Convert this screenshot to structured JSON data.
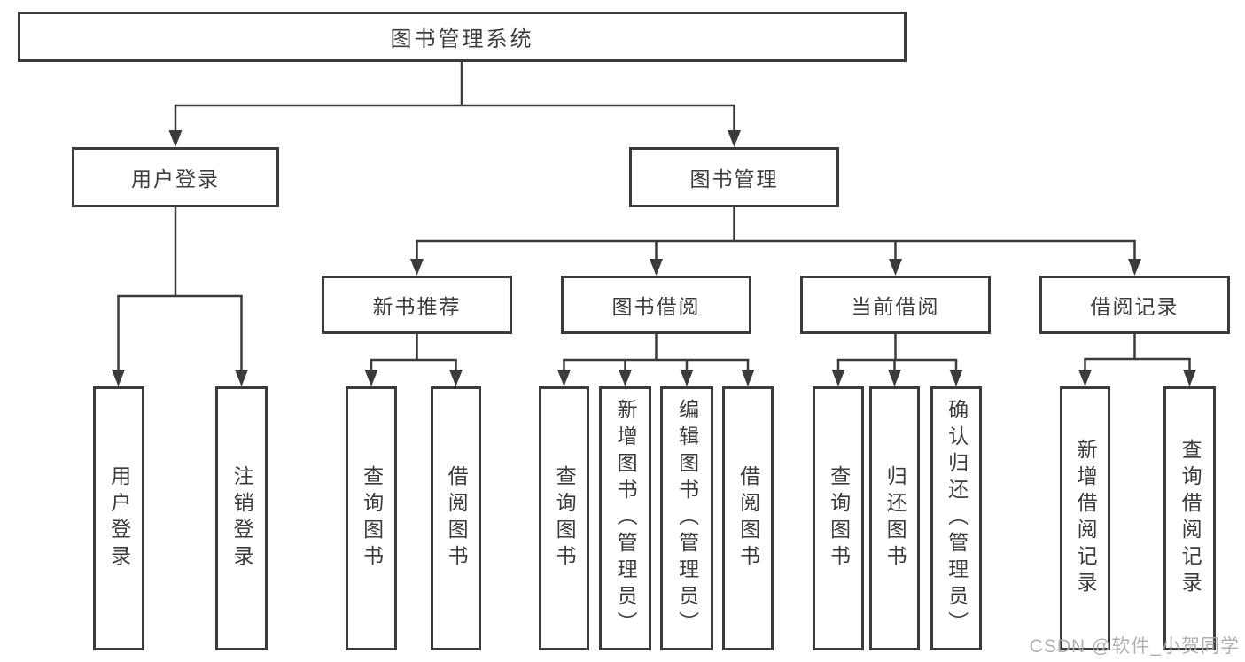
{
  "diagram": {
    "root": {
      "label": "图书管理系统"
    },
    "level2": {
      "user_login": {
        "label": "用户登录"
      },
      "book_management": {
        "label": "图书管理"
      }
    },
    "level3": {
      "new_book_recommend": {
        "label": "新书推荐"
      },
      "book_borrow": {
        "label": "图书借阅"
      },
      "current_borrow": {
        "label": "当前借阅"
      },
      "borrow_record": {
        "label": "借阅记录"
      }
    },
    "leaves": {
      "login": {
        "label": "用户登录"
      },
      "logout": {
        "label": "注销登录"
      },
      "recommend_query_book": {
        "label": "查询图书"
      },
      "recommend_borrow_book": {
        "label": "借阅图书"
      },
      "borrow_query_book": {
        "label": "查询图书"
      },
      "borrow_add_book": {
        "label": "新增图书（管理员）"
      },
      "borrow_edit_book": {
        "label": "编辑图书（管理员）"
      },
      "borrow_borrow_book": {
        "label": "借阅图书"
      },
      "current_query_book": {
        "label": "查询图书"
      },
      "current_return_book": {
        "label": "归还图书"
      },
      "current_confirm_return": {
        "label": "确认归还（管理员）"
      },
      "record_add_record": {
        "label": "新增借阅记录"
      },
      "record_query_record": {
        "label": "查询借阅记录"
      }
    }
  },
  "watermark": {
    "text": "CSDN @软件_小贺同学"
  },
  "colors": {
    "line": "#3b3b3b",
    "text": "#3c3c3c",
    "box_background": "#ffffff",
    "page_background": "#ffffff",
    "watermark": "#a8a8aa"
  }
}
